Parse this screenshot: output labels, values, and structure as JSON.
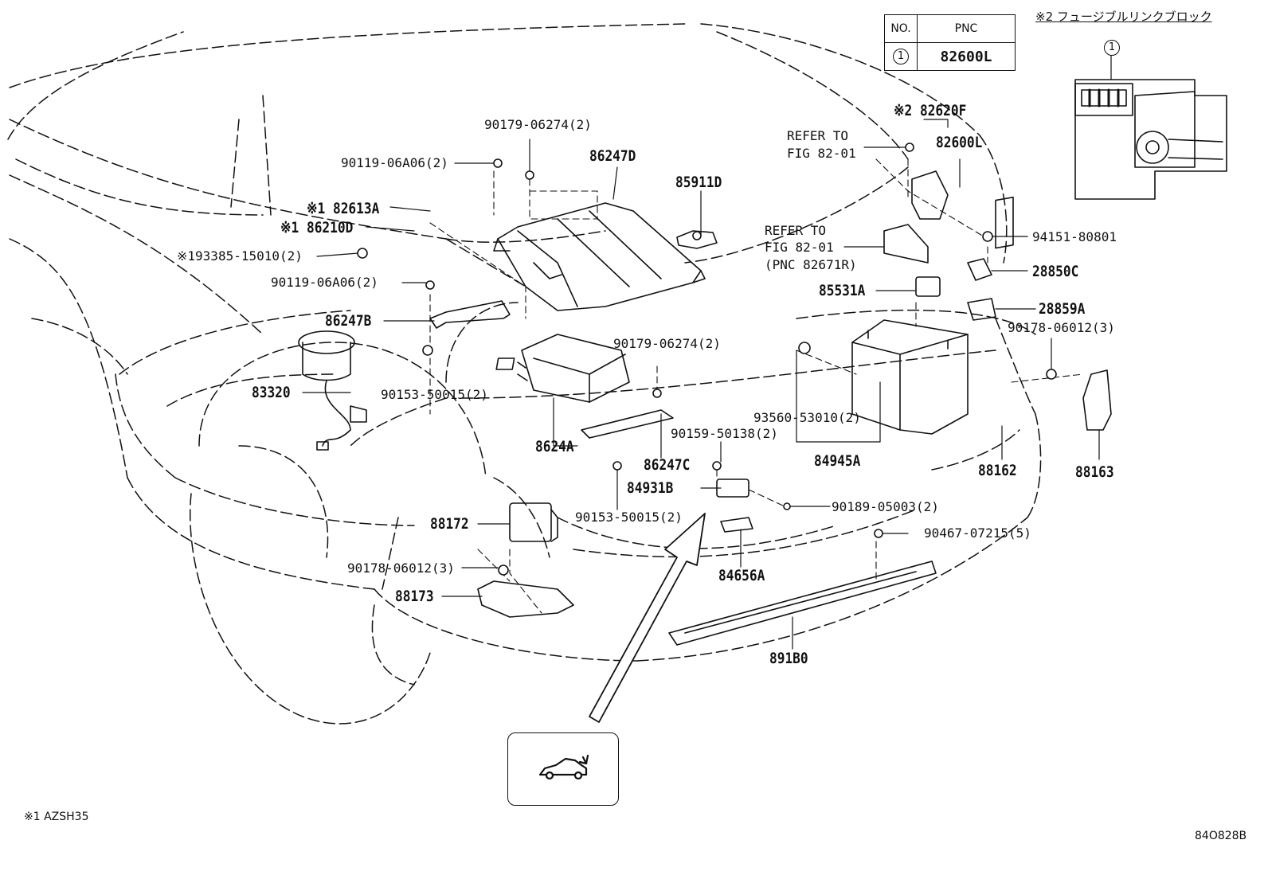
{
  "table": {
    "headers": {
      "no": "NO.",
      "pnc": "PNC"
    },
    "rows": [
      {
        "no": "1",
        "pnc": "82600L"
      }
    ]
  },
  "fuse_block": {
    "title": "※2 フュージブルリンクブロック",
    "callout": "1"
  },
  "labels": {
    "p90179a": "90179-06274(2)",
    "p86247d": "86247D",
    "p90119a": "90119-06A06(2)",
    "p82613a": "※1 82613A",
    "p86210d": "※1 86210D",
    "p93385": "※193385-15010(2)",
    "p90119b": "90119-06A06(2)",
    "p86247b": "86247B",
    "p83320": "83320",
    "p90153a": "90153-50015(2)",
    "p85911d": "85911D",
    "p90179b": "90179-06274(2)",
    "p8624a": "8624A",
    "p86247c": "86247C",
    "p90153b": "90153-50015(2)",
    "p88172": "88172",
    "p90178a": "90178-06012(3)",
    "p88173": "88173",
    "p82620f": "※2 82620F",
    "refer1": "REFER TO",
    "fig1": "FIG 82-01",
    "p82600l": "82600L",
    "refer2": "REFER TO",
    "fig2": "FIG 82-01",
    "pnc82671r": "(PNC 82671R)",
    "p94151": "94151-80801",
    "p28850c": "28850C",
    "p85531a": "85531A",
    "p28859a": "28859A",
    "p90178b": "90178-06012(3)",
    "p93560": "93560-53010(2)",
    "p90159": "90159-50138(2)",
    "p84945a": "84945A",
    "p88162": "88162",
    "p88163": "88163",
    "p84931b": "84931B",
    "p90189": "90189-05003(2)",
    "p90467": "90467-07215(5)",
    "p84656a": "84656A",
    "p891b0": "891B0"
  },
  "footnote": "※1 AZSH35",
  "figure_code": "84O828B",
  "icons": [
    "car-trunk-open-icon"
  ]
}
